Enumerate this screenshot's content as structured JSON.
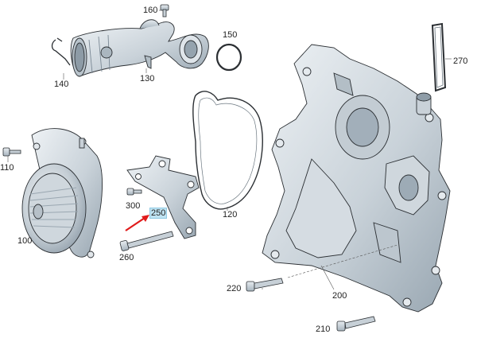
{
  "labels": {
    "l160": "160",
    "l150": "150",
    "l140": "140",
    "l130": "130",
    "l270": "270",
    "l110": "110",
    "l100": "100",
    "l300": "300",
    "l250": "250",
    "l260": "260",
    "l120": "120",
    "l220": "220",
    "l200": "200",
    "l210": "210"
  },
  "colors": {
    "part_fill": "#d6dde3",
    "part_shade": "#aeb9c2",
    "outline": "#2b2f33",
    "highlight_bg": "#bfe3f2",
    "arrow": "#e01b1b"
  },
  "highlighted_callout": "250"
}
